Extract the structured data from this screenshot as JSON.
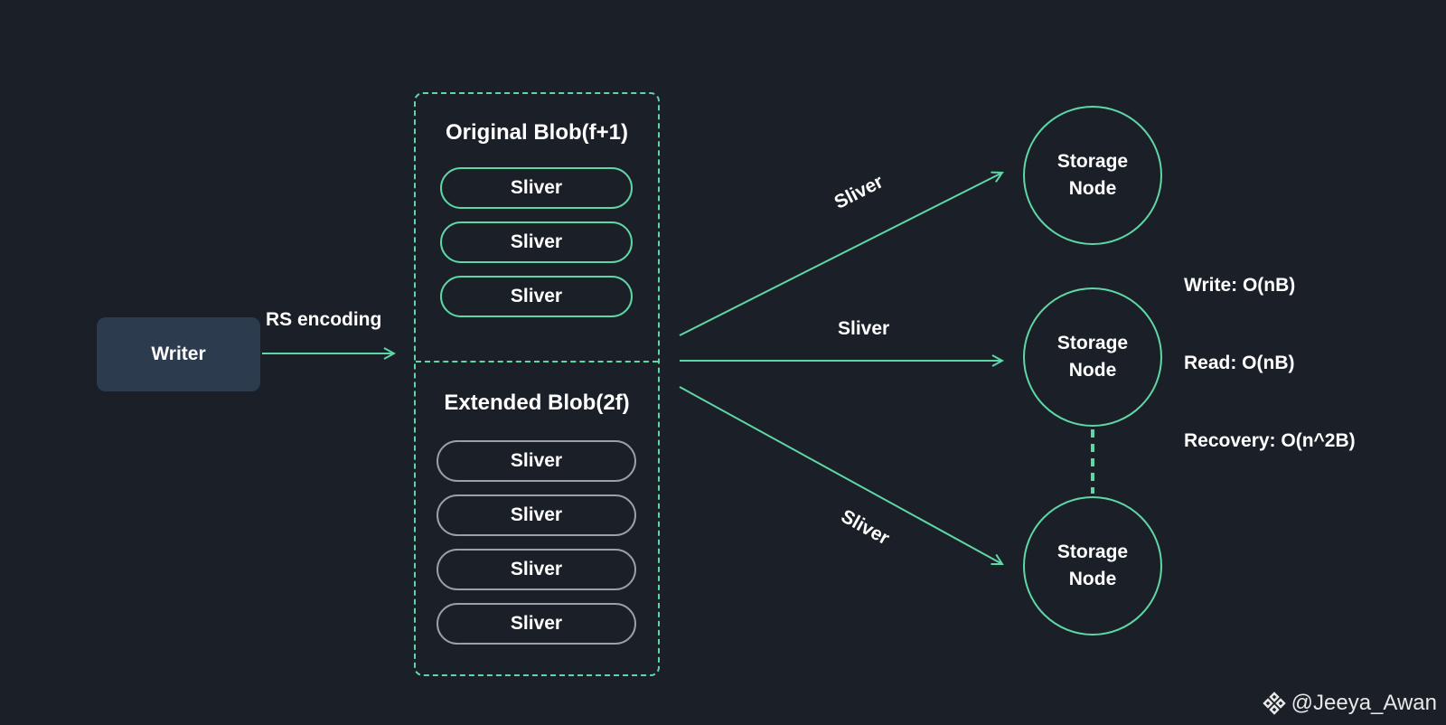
{
  "writer": {
    "label": "Writer"
  },
  "encoding": {
    "label": "RS encoding"
  },
  "original_blob": {
    "title": "Original Blob(f+1)",
    "slivers": [
      "Sliver",
      "Sliver",
      "Sliver"
    ]
  },
  "extended_blob": {
    "title": "Extended Blob(2f)",
    "slivers": [
      "Sliver",
      "Sliver",
      "Sliver",
      "Sliver"
    ]
  },
  "arrows": {
    "top_label": "Sliver",
    "middle_label": "Sliver",
    "bottom_label": "Sliver"
  },
  "nodes": [
    {
      "line1": "Storage",
      "line2": "Node"
    },
    {
      "line1": "Storage",
      "line2": "Node"
    },
    {
      "line1": "Storage",
      "line2": "Node"
    }
  ],
  "costs": {
    "write": "Write: O(nB)",
    "read": "Read: O(nB)",
    "recovery": "Recovery: O(n^2B)"
  },
  "credit": {
    "handle": "@Jeeya_Awan"
  },
  "colors": {
    "background": "#1b2028",
    "accent": "#5fd6a6",
    "writer_box": "#2d3b4f",
    "extended_border": "#9aa0a8"
  }
}
